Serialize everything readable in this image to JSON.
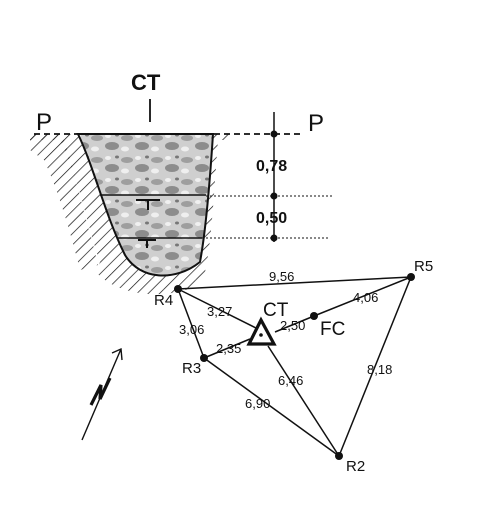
{
  "section": {
    "title": "CT",
    "left_label": "P",
    "right_label": "P",
    "depths": [
      "0,78",
      "0,50"
    ]
  },
  "plan": {
    "points": {
      "r4": "R4",
      "r5": "R5",
      "r3": "R3",
      "r2": "R2",
      "ct": "CT",
      "fc": "FC"
    },
    "distances": {
      "r4_r5": "9,56",
      "r4_ct": "3,27",
      "ct_fc": "2,50",
      "fc_r5": "4,06",
      "r4_r3": "3,06",
      "r3_ct": "2,35",
      "ct_r2": "6,46",
      "r5_r2": "8,18",
      "r3_r2": "6,90"
    }
  },
  "colors": {
    "ink": "#111111",
    "fill_light": "#e6e6e6",
    "fill_dark": "#9a9a9a"
  },
  "icons": {
    "north": "north-arrow-icon",
    "tripod": "triangle-station-icon"
  }
}
